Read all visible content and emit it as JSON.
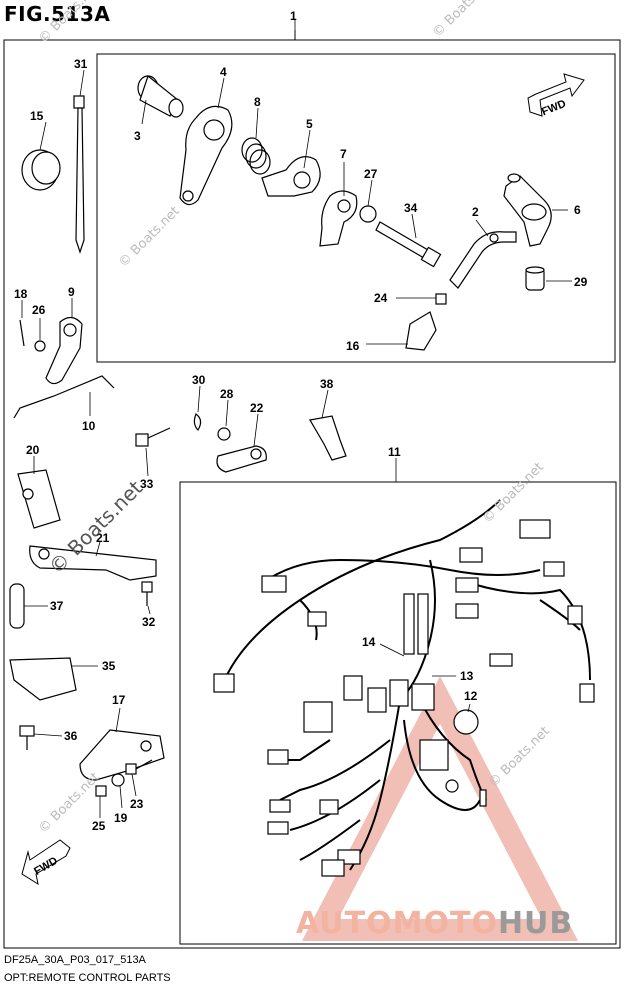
{
  "figure": {
    "title": "FIG.513A",
    "code": "DF25A_30A_P03_017_513A",
    "caption": "OPT:REMOTE CONTROL PARTS"
  },
  "watermark": {
    "site": "© Boats.net",
    "brand_part1": "AUTOMOTO",
    "brand_part2": "HUB",
    "brand_colors": {
      "part1": "#f2b3a0",
      "part2": "#9a9a9a",
      "triangle": "#e88a7a"
    }
  },
  "direction_arrows": [
    "FWD",
    "FWD"
  ],
  "callouts": [
    "1",
    "2",
    "3",
    "4",
    "5",
    "6",
    "7",
    "8",
    "9",
    "10",
    "11",
    "12",
    "13",
    "14",
    "15",
    "16",
    "17",
    "18",
    "19",
    "20",
    "21",
    "22",
    "23",
    "24",
    "25",
    "26",
    "27",
    "28",
    "29",
    "30",
    "31",
    "32",
    "33",
    "34",
    "35",
    "36",
    "37",
    "38"
  ]
}
